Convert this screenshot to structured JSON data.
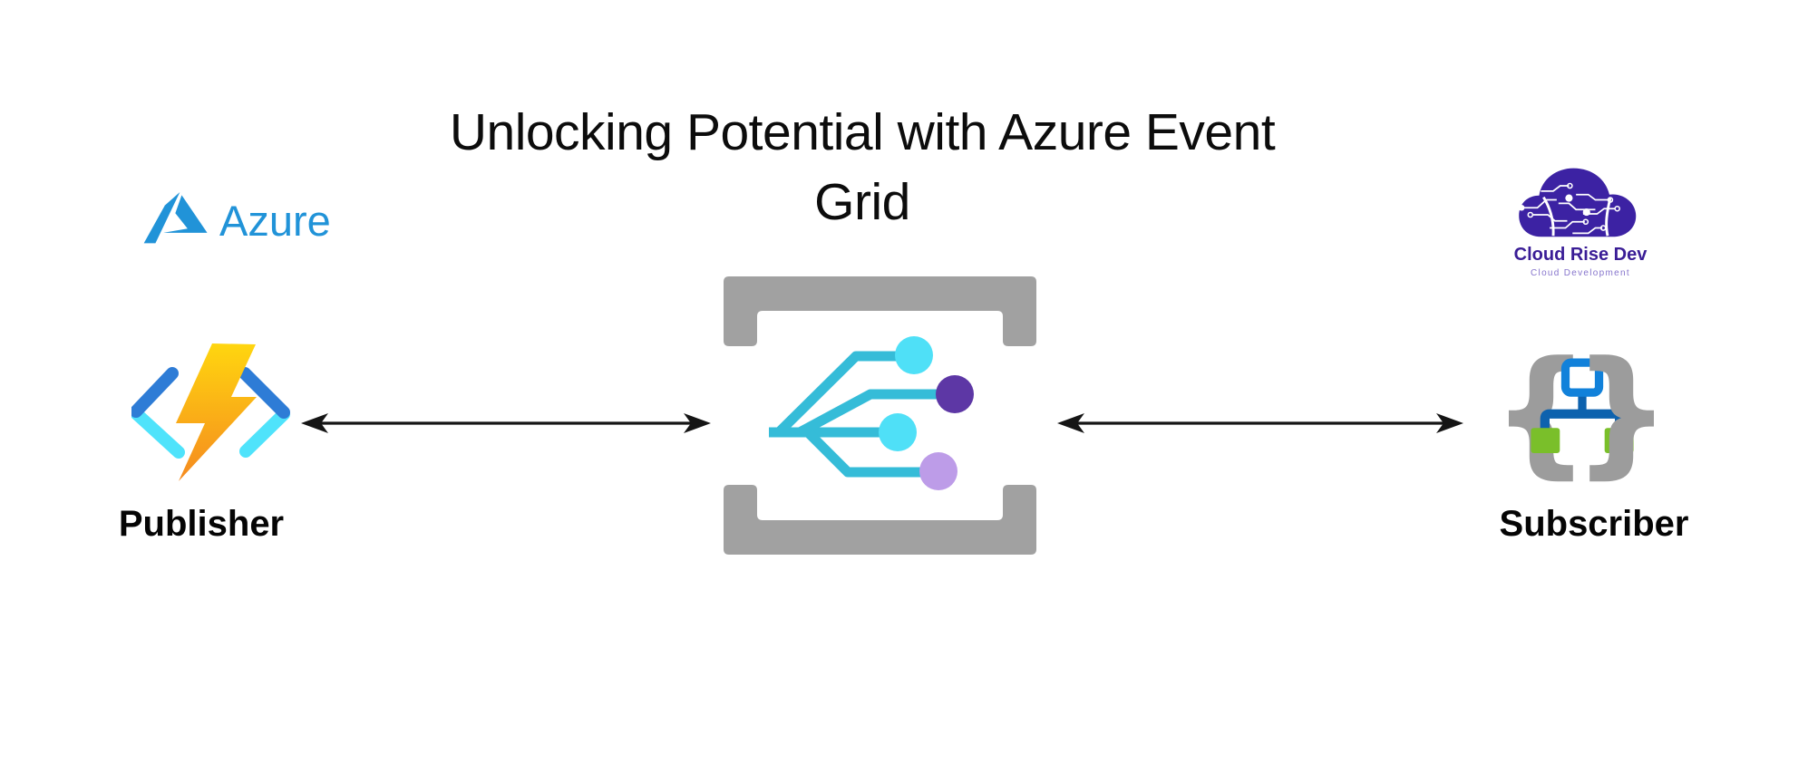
{
  "title": {
    "line1": "Unlocking Potential with Azure Event",
    "line2": "Grid"
  },
  "branding": {
    "azure": {
      "label": "Azure"
    },
    "cloud_rise_dev": {
      "name": "Cloud Rise Dev",
      "tagline": "Cloud Development"
    }
  },
  "diagram": {
    "publisher": {
      "label": "Publisher",
      "icon": "azure-functions-icon"
    },
    "event_grid": {
      "icon": "azure-event-grid-icon"
    },
    "subscriber": {
      "label": "Subscriber",
      "icon": "event-subscription-icon",
      "brace_left": "{",
      "brace_right": "}"
    },
    "connections": [
      {
        "from": "Publisher",
        "to": "Azure Event Grid",
        "style": "double-headed-arrow"
      },
      {
        "from": "Azure Event Grid",
        "to": "Subscriber",
        "style": "double-headed-arrow"
      }
    ]
  },
  "colors": {
    "ink": "#151515",
    "azure-blue": "#2193D8",
    "bracket-gray": "#A1A1A1",
    "fork-teal": "#35BCD8",
    "dot-cyan": "#4FE0F7",
    "dot-purple": "#5D37A5",
    "dot-lilac": "#BD9CE8",
    "func-blue": "#2E7CD6",
    "func-cyan": "#4FE3FB",
    "bolt-top": "#FFD60F",
    "bolt-bottom": "#F58A1F",
    "brace-gray": "#9C9C9C",
    "sub-blue": "#1181DA",
    "sub-blue-dark": "#0D62AE",
    "sub-green": "#7ABF2A",
    "cloud-purple": "#3C22A3",
    "cloud-text": "#3A1D96",
    "cloud-tagline": "#8674CC"
  }
}
